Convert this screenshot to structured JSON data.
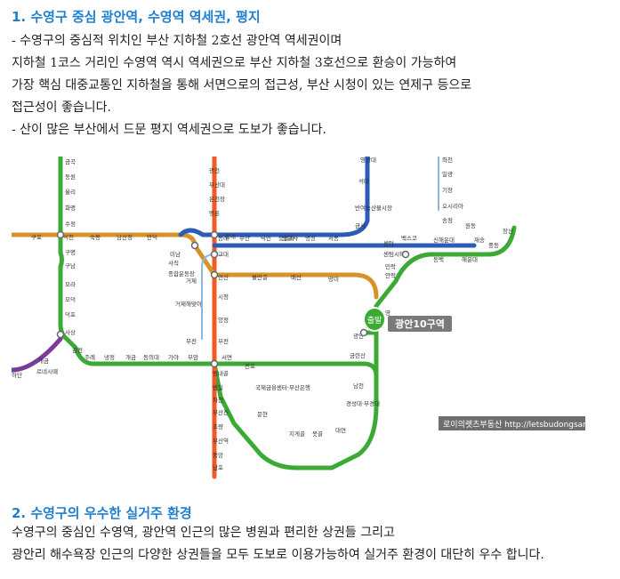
{
  "section1": {
    "title": "1. 수영구 중심 광안역, 수영역 역세권, 평지",
    "lines": [
      "- 수영구의 중심적 위치인 부산 지하철 2호선 광안역 역세권이며",
      "지하철 1코스 거리인 수영역 역시 역세권으로 부산 지하철 3호선으로 환승이 가능하여",
      "가장 핵심 대중교통인 지하철을 통해 서면으로의 접근성, 부산 시청이 있는 연제구 등으로",
      "접근성이 좋습니다.",
      "- 산이 많은 부산에서 드문 평지 역세권으로 도보가 좋습니다."
    ]
  },
  "map": {
    "marker_label": "출발",
    "callout": "광안10구역",
    "watermark": "로이의렛츠부동산 http://letsbudongsan.com",
    "colors": {
      "line1": "#f15a24",
      "line2": "#3aaa35",
      "line3": "#d8922a",
      "line4": "#2b5cb8",
      "bgl": "#8fb4e0",
      "purple": "#7b3b9a"
    },
    "stations": {
      "line1_top": [
        "금곡",
        "동원",
        "율리",
        "화명",
        "수정"
      ],
      "line1_west": [
        "구포",
        "덕천",
        "숙등",
        "남산정",
        "만덕",
        "미남"
      ],
      "line2_left": [
        "구명",
        "구남",
        "모라",
        "모덕",
        "덕포",
        "사상"
      ],
      "line2_bottom": [
        "감전",
        "주례",
        "냉정",
        "개금",
        "동의대",
        "가야",
        "부암",
        "서면"
      ],
      "line1_mid": [
        "광천",
        "부산대",
        "온천장",
        "명륜",
        "동래",
        "교대",
        "연산",
        "시청",
        "양정",
        "부전"
      ],
      "line4": [
        "수안",
        "낙민",
        "충렬사",
        "명장",
        "서동",
        "금사",
        "반여농산물시장",
        "석대",
        "영산대"
      ],
      "line3": [
        "사직",
        "종합운동장",
        "거제",
        "물만골",
        "배산",
        "망미",
        "수영"
      ],
      "line1_bottom": [
        "범내골",
        "범일",
        "좌천",
        "부산진",
        "초량",
        "부산역",
        "중앙",
        "남포"
      ],
      "line2_right": [
        "전포",
        "국제금융센터·부산은행",
        "문현",
        "지게골",
        "못골",
        "대연",
        "경성대·부경대",
        "남천",
        "금련산",
        "광안"
      ],
      "east": [
        "센텀",
        "센텀시티",
        "민락",
        "벡스코",
        "신해운대",
        "동백",
        "해운대",
        "중동",
        "장산"
      ],
      "donghae": [
        "송정",
        "오시리아",
        "기장",
        "일광",
        "좌천"
      ],
      "bgl": [
        "거제해맞이",
        "부전",
        "충렬사",
        "동래",
        "안락",
        "재송",
        "원동"
      ],
      "purple": [
        "개금",
        "르네시떼",
        "하단"
      ]
    }
  },
  "section2": {
    "title": "2. 수영구의 우수한 실거주 환경",
    "lines": [
      "수영구의 중심인 수영역, 광안역 인근의 많은 병원과 편리한 상권들 그리고",
      "광안리 해수욕장 인근의 다양한 상권들을 모두 도보로 이용가능하여 실거주 환경이 대단히 우수 합니다."
    ]
  }
}
